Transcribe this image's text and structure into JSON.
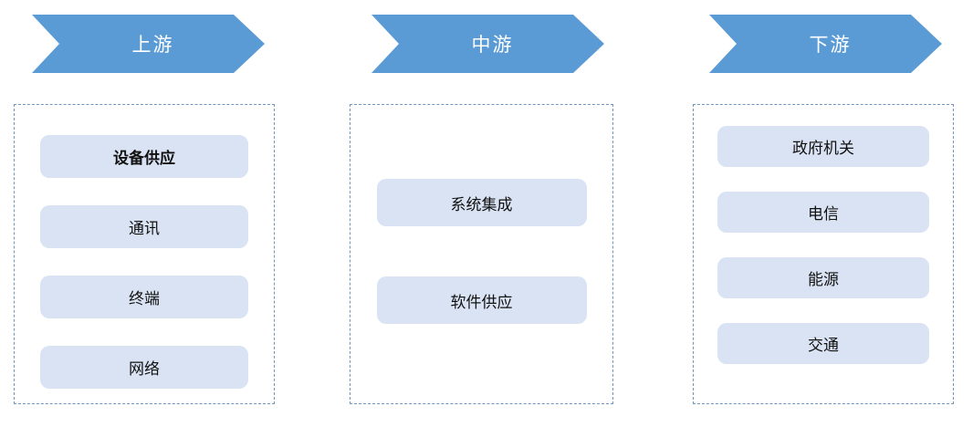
{
  "diagram": {
    "columns": [
      {
        "stage": "上游",
        "items": [
          {
            "label": "设备供应",
            "bold": true
          },
          {
            "label": "通讯",
            "bold": false
          },
          {
            "label": "终端",
            "bold": false
          },
          {
            "label": "网络",
            "bold": false
          }
        ]
      },
      {
        "stage": "中游",
        "items": [
          {
            "label": "系统集成",
            "bold": false
          },
          {
            "label": "软件供应",
            "bold": false
          }
        ]
      },
      {
        "stage": "下游",
        "items": [
          {
            "label": "政府机关",
            "bold": false
          },
          {
            "label": "电信",
            "bold": false
          },
          {
            "label": "能源",
            "bold": false
          },
          {
            "label": "交通",
            "bold": false
          }
        ]
      }
    ],
    "colors": {
      "arrow_fill": "#5b9bd5",
      "arrow_text": "#ffffff",
      "box_fill": "#dae3f3",
      "box_text": "#111111",
      "dash_border": "#7096be"
    }
  }
}
